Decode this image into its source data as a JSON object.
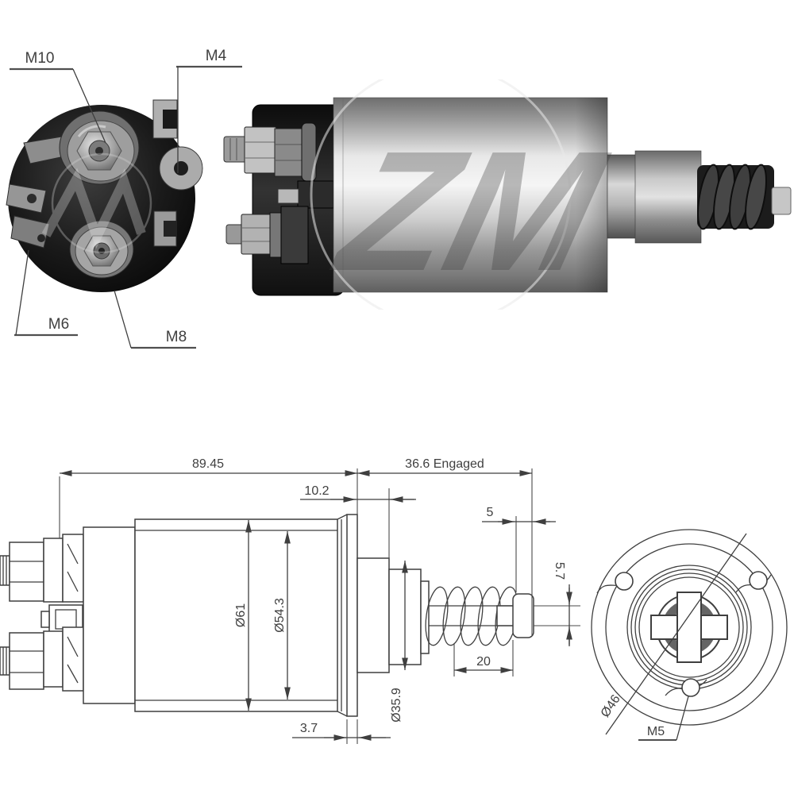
{
  "watermark": {
    "text": "ZM"
  },
  "terminal_view": {
    "labels": {
      "m10": "M10",
      "m4": "M4",
      "m6": "M6",
      "m8": "M8"
    }
  },
  "dimension_drawing": {
    "horizontal": {
      "overall_length": "89.45",
      "engaged_length": "36.6 Engaged",
      "nose_length": "10.2",
      "tip_width": "5",
      "spring_length": "20",
      "flange_thickness": "3.7"
    },
    "vertical": {
      "body_diameter": "Ø61",
      "can_diameter": "Ø54.3",
      "boss_diameter": "Ø35.9",
      "pin_offset": "5.7"
    },
    "end_view": {
      "bolt_circle_diameter": "Ø46",
      "mounting_thread": "M5"
    }
  }
}
